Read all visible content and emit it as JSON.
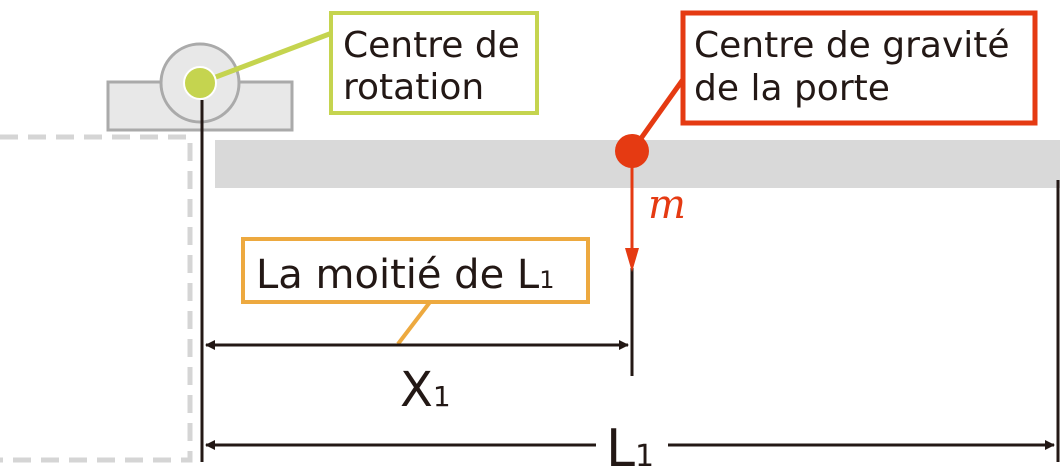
{
  "labels": {
    "rotation_line1": "Centre de",
    "rotation_line2": "rotation",
    "gravity_line1": "Centre de gravité",
    "gravity_line2": "de la porte",
    "mass": "m",
    "half_main": "La moitié de L",
    "half_sub": "1",
    "x1_main": "X",
    "x1_sub": "1",
    "l1_main": "L",
    "l1_sub": "1"
  },
  "colors": {
    "rotation": "#c5d44f",
    "gravity": "#e53a12",
    "half": "#eda93f",
    "door": "#d9d9d9",
    "line": "#231815"
  }
}
